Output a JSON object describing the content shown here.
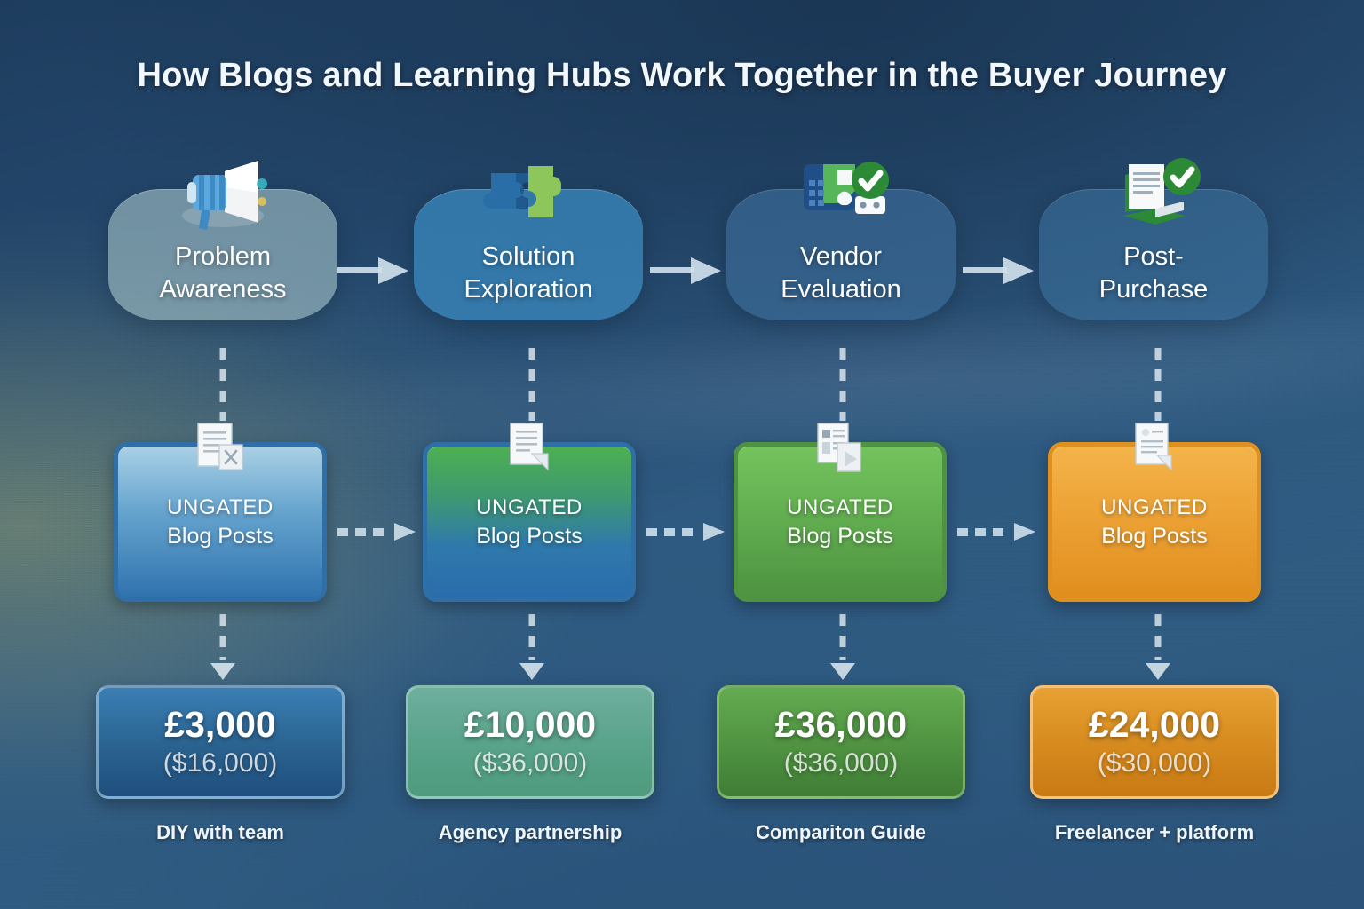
{
  "title": "How Blogs and Learning Hubs Work Together in the Buyer Journey",
  "colors": {
    "background_top": "#1d3c5e",
    "background_bottom": "#2b5279",
    "accent_blue": "#2f7fc0",
    "accent_green": "#5aa845",
    "accent_orange": "#e89a2c",
    "arrow": "#d6e4ee"
  },
  "stages": [
    {
      "label": "Problem\nAwareness",
      "icon": "megaphone-icon",
      "fill": "rgba(186,214,214,0.58)"
    },
    {
      "label": "Solution\nExploration",
      "icon": "puzzle-pieces-icon",
      "fill": "rgba(58,135,186,0.72)"
    },
    {
      "label": "Vendor\nEvaluation",
      "icon": "vendor-check-icon",
      "fill": "rgba(64,114,157,0.55)"
    },
    {
      "label": "Post-\nPurchase",
      "icon": "document-check-icon",
      "fill": "rgba(62,116,160,0.5)"
    }
  ],
  "stage_arrows": [
    {
      "name": "stage-arrow-1"
    },
    {
      "name": "stage-arrow-2"
    },
    {
      "name": "stage-arrow-3"
    }
  ],
  "content_boxes": [
    {
      "gated": "UNGATED",
      "type": "Blog Posts",
      "icon": "document-x-icon",
      "fill_top": "#a8cfe4",
      "fill_bottom": "#2f73ae",
      "border": "#2f6fa8"
    },
    {
      "gated": "UNGATED",
      "type": "Blog Posts",
      "icon": "document-play-icon",
      "fill_top": "#4caf50",
      "fill_bottom": "#2a6cab",
      "border": "#2f6fa8"
    },
    {
      "gated": "UNGATED",
      "type": "Blog Posts",
      "icon": "document-stack-icon",
      "fill_top": "#6bbf59",
      "fill_bottom": "#4e9341",
      "border": "#4e9341"
    },
    {
      "gated": "UNGATED",
      "type": "Blog Posts",
      "icon": "document-text-icon",
      "fill_top": "#f0ad3c",
      "fill_bottom": "#e08e1e",
      "border": "#e0901f"
    }
  ],
  "content_arrows": [
    {
      "name": "content-arrow-1"
    },
    {
      "name": "content-arrow-2"
    },
    {
      "name": "content-arrow-3"
    }
  ],
  "costs": [
    {
      "gbp": "£3,000",
      "usd": "($16,000)",
      "caption": "DIY with team",
      "fill_top": "#3a7fb5",
      "fill_bottom": "#1f4f7e",
      "border": "rgba(170,205,228,0.6)"
    },
    {
      "gbp": "£10,000",
      "usd": "($36,000)",
      "caption": "Agency partnership",
      "fill_top": "#63a89a",
      "fill_bottom": "#4e9b7f",
      "border": "rgba(175,215,205,0.55)"
    },
    {
      "gbp": "£36,000",
      "usd": "($36,000)",
      "caption": "Compariton Guide",
      "fill_top": "#5ea64c",
      "fill_bottom": "#3f7d35",
      "border": "rgba(150,200,130,0.6)"
    },
    {
      "gbp": "£24,000",
      "usd": "($30,000)",
      "caption": "Freelancer + platform",
      "fill_top": "#e3952a",
      "fill_bottom": "#c97a14",
      "border": "rgba(248,196,120,0.85)"
    }
  ]
}
